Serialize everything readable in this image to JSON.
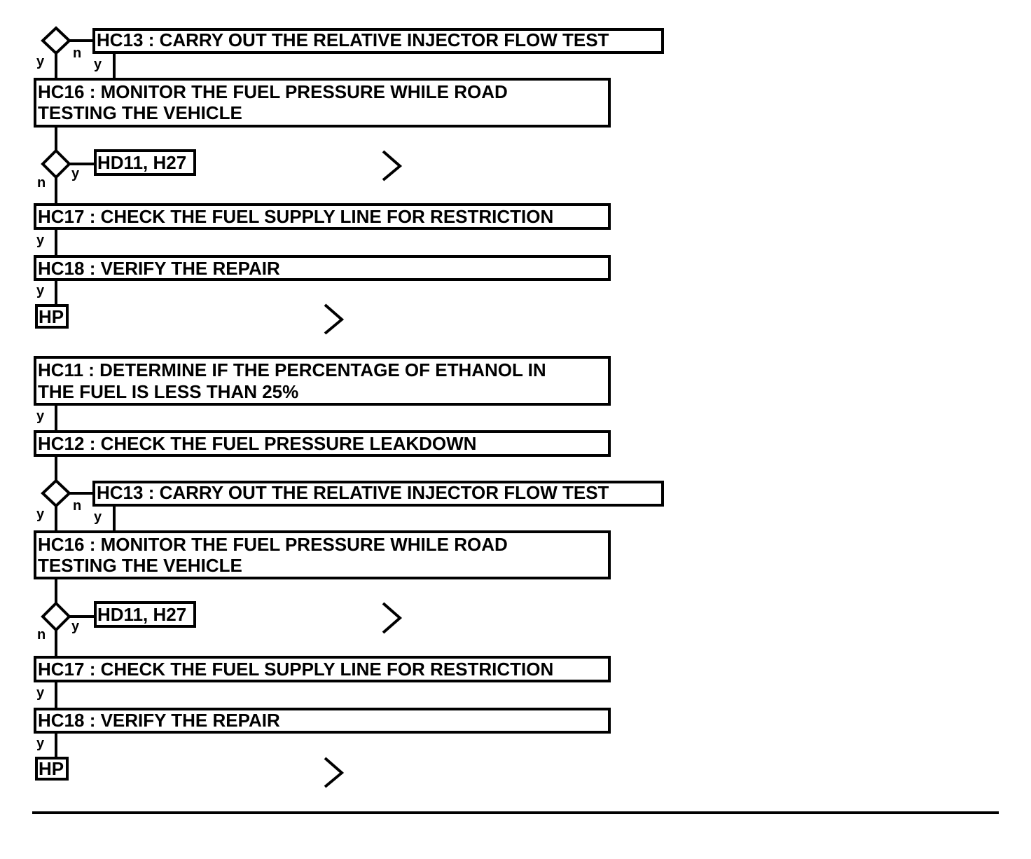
{
  "colors": {
    "ink": "#000000",
    "paper": "#ffffff"
  },
  "steps": {
    "hc13": "HC13 : CARRY OUT THE RELATIVE INJECTOR FLOW TEST",
    "hc16_l1": "HC16 : MONITOR THE FUEL PRESSURE WHILE ROAD",
    "hc16_l2": "TESTING THE VEHICLE",
    "hd11": "HD11, H27",
    "hc17": "HC17 : CHECK THE FUEL SUPPLY LINE FOR RESTRICTION",
    "hc18": "HC18 : VERIFY THE REPAIR",
    "hp": "HP",
    "hc11_l1": "HC11 : DETERMINE IF THE PERCENTAGE OF ETHANOL IN",
    "hc11_l2": "THE FUEL IS LESS THAN 25%",
    "hc12": "HC12 : CHECK THE FUEL PRESSURE LEAKDOWN"
  },
  "labels": {
    "yes": "y",
    "no": "n"
  }
}
